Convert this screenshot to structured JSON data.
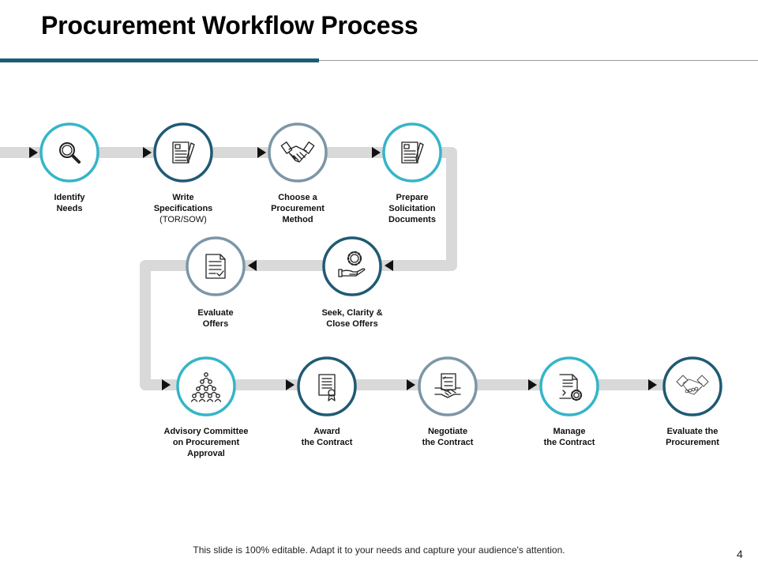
{
  "title": "Procurement Workflow Process",
  "footer": "This slide is 100% editable. Adapt it to your needs and capture your audience's attention.",
  "page_number": "4",
  "colors": {
    "teal": "#35b5c8",
    "navy": "#1f5a74",
    "gray": "#7c96a6",
    "connector": "#d9d9d9"
  },
  "steps": [
    {
      "label": "Identify\nNeeds",
      "icon": "magnifier-icon"
    },
    {
      "label": "Write\nSpecifications",
      "sub": "(TOR/SOW)",
      "icon": "document-pen-icon"
    },
    {
      "label": "Choose a\nProcurement\nMethod",
      "icon": "handshake-icon"
    },
    {
      "label": "Prepare\nSolicitation\nDocuments",
      "icon": "document-pen-icon"
    },
    {
      "label": "Seek, Clarity &\nClose Offers",
      "icon": "hand-gear-icon"
    },
    {
      "label": "Evaluate\nOffers",
      "icon": "checklist-document-icon"
    },
    {
      "label": "Advisory  Committee\non Procurement\nApproval",
      "icon": "committee-group-icon"
    },
    {
      "label": "Award\nthe Contract",
      "icon": "certificate-icon"
    },
    {
      "label": "Negotiate\nthe Contract",
      "icon": "contract-handshake-icon"
    },
    {
      "label": "Manage\nthe Contract",
      "icon": "document-gear-icon"
    },
    {
      "label": "Evaluate  the\nProcurement",
      "icon": "handshake-outline-icon"
    }
  ]
}
